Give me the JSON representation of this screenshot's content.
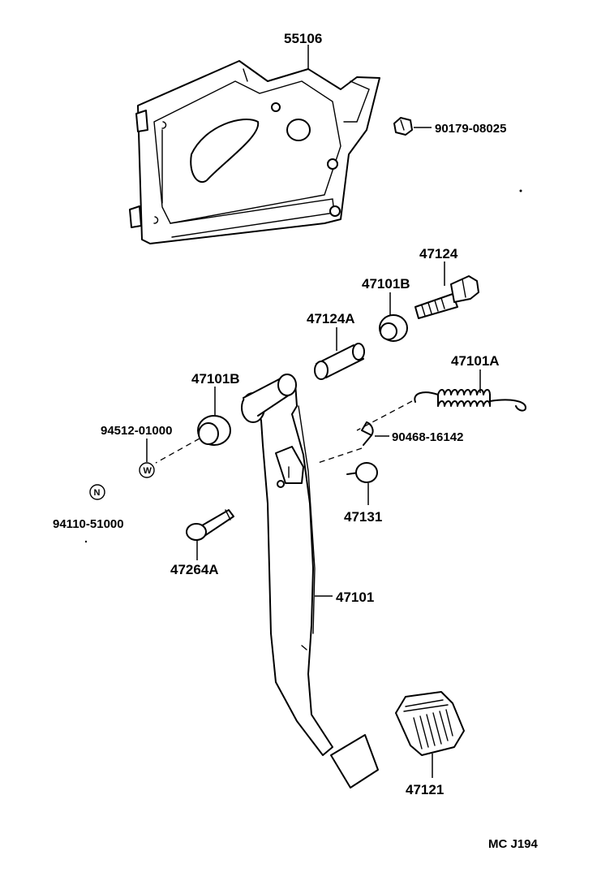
{
  "labels": {
    "bracket": "55106",
    "nut": "90179-08025",
    "bolt": "47124",
    "bushing_upper": "47101B",
    "collar": "47124A",
    "return_spring": "47101A",
    "bushing_lower": "47101B",
    "washer_part": "94512-01000",
    "clip": "90468-16142",
    "stopper": "47131",
    "nut_part": "94110-51000",
    "clevis_pin": "47264A",
    "pedal_arm": "47101",
    "pedal_pad": "47121",
    "diagram_code": "MC J194"
  },
  "symbols": {
    "washer": "W",
    "nut": "N"
  }
}
